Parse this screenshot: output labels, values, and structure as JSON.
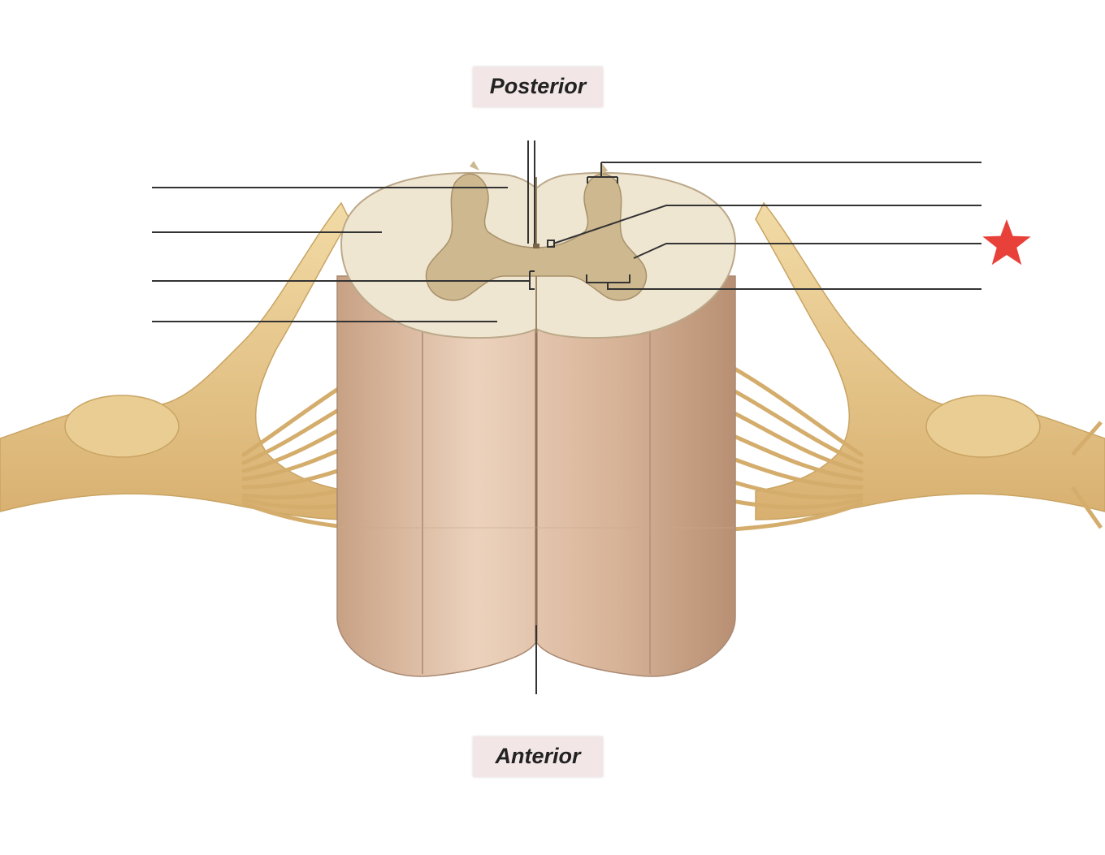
{
  "orientation": {
    "top_label": "Posterior",
    "bottom_label": "Anterior"
  },
  "marker": {
    "icon": "star-icon",
    "color": "#e8413a"
  },
  "colors": {
    "nerve": "#e6c88a",
    "cord_column": "#d9b79a",
    "white_matter": "#efe6d2",
    "gray_matter": "#cdb88f",
    "leader_line": "#333333"
  },
  "blank_labels": {
    "left_count": 4,
    "right_count": 4,
    "bottom_count": 1
  }
}
